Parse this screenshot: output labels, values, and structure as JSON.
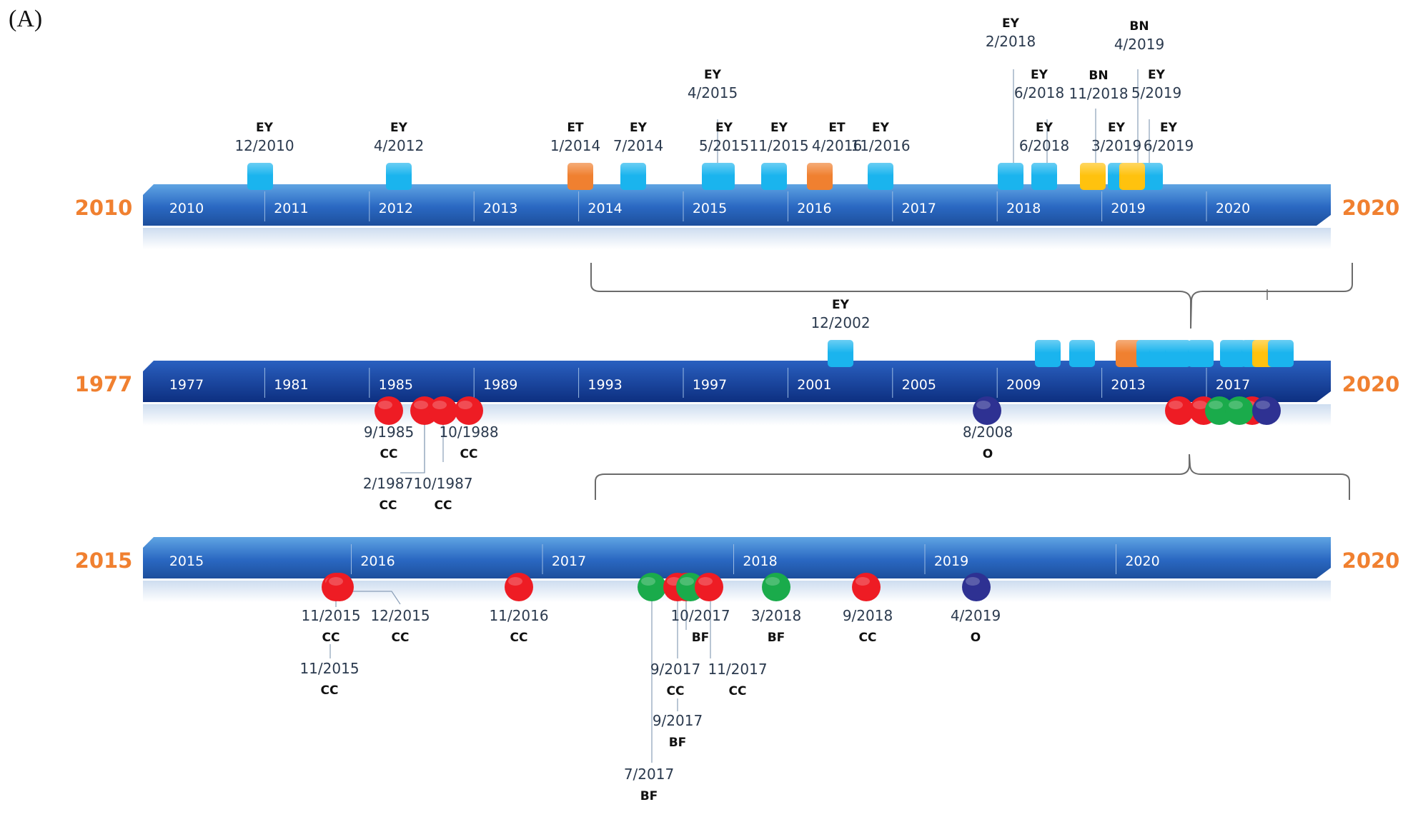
{
  "panel_label": "(A)",
  "colors": {
    "EY": "#1ab4ee",
    "ET": "#f08030",
    "BN": "#ffc20e",
    "CC": "#ee1c24",
    "BF": "#1aab4b",
    "O": "#2e3192",
    "year_end": "#f08030",
    "bar_light": "#4a90d9",
    "bar_dark": "#0f3f8e",
    "tick_text": "#ffffff"
  },
  "timelines": [
    {
      "id": "2010-2020",
      "start_label": "2010",
      "end_label": "2020",
      "ticks": [
        "2010",
        "2011",
        "2012",
        "2013",
        "2014",
        "2015",
        "2016",
        "2017",
        "2018",
        "2019",
        "2020"
      ],
      "events_above": [
        {
          "code": "EY",
          "date": "12/2010"
        },
        {
          "code": "EY",
          "date": "4/2012"
        },
        {
          "code": "ET",
          "date": "1/2014"
        },
        {
          "code": "EY",
          "date": "7/2014"
        },
        {
          "code": "EY",
          "date": "4/2015"
        },
        {
          "code": "EY",
          "date": "5/2015"
        },
        {
          "code": "EY",
          "date": "11/2015"
        },
        {
          "code": "ET",
          "date": "4/2016"
        },
        {
          "code": "EY",
          "date": "11/2016"
        },
        {
          "code": "EY",
          "date": "2/2018"
        },
        {
          "code": "EY",
          "date": "6/2018"
        },
        {
          "code": "EY",
          "date": "6/2018"
        },
        {
          "code": "BN",
          "date": "11/2018"
        },
        {
          "code": "EY",
          "date": "3/2019"
        },
        {
          "code": "BN",
          "date": "4/2019"
        },
        {
          "code": "EY",
          "date": "5/2019"
        },
        {
          "code": "EY",
          "date": "6/2019"
        }
      ]
    },
    {
      "id": "1977-2020",
      "start_label": "1977",
      "end_label": "2020",
      "ticks": [
        "1977",
        "1981",
        "1985",
        "1989",
        "1993",
        "1997",
        "2001",
        "2005",
        "2009",
        "2013",
        "2017"
      ],
      "events_above": [
        {
          "code": "EY",
          "date": "12/2002"
        }
      ],
      "events_below": [
        {
          "code": "CC",
          "date": "9/1985"
        },
        {
          "code": "CC",
          "date": "2/1987"
        },
        {
          "code": "CC",
          "date": "10/1987"
        },
        {
          "code": "CC",
          "date": "10/1988"
        },
        {
          "code": "O",
          "date": "8/2008"
        }
      ]
    },
    {
      "id": "2015-2020",
      "start_label": "2015",
      "end_label": "2020",
      "ticks": [
        "2015",
        "2016",
        "2017",
        "2018",
        "2019",
        "2020"
      ],
      "events_below": [
        {
          "code": "CC",
          "date": "11/2015"
        },
        {
          "code": "CC",
          "date": "12/2015"
        },
        {
          "code": "CC",
          "date": "11/2015"
        },
        {
          "code": "CC",
          "date": "11/2016"
        },
        {
          "code": "BF",
          "date": "7/2017"
        },
        {
          "code": "CC",
          "date": "9/2017"
        },
        {
          "code": "BF",
          "date": "9/2017"
        },
        {
          "code": "BF",
          "date": "10/2017"
        },
        {
          "code": "CC",
          "date": "11/2017"
        },
        {
          "code": "BF",
          "date": "3/2018"
        },
        {
          "code": "CC",
          "date": "9/2018"
        },
        {
          "code": "O",
          "date": "4/2019"
        }
      ]
    }
  ]
}
